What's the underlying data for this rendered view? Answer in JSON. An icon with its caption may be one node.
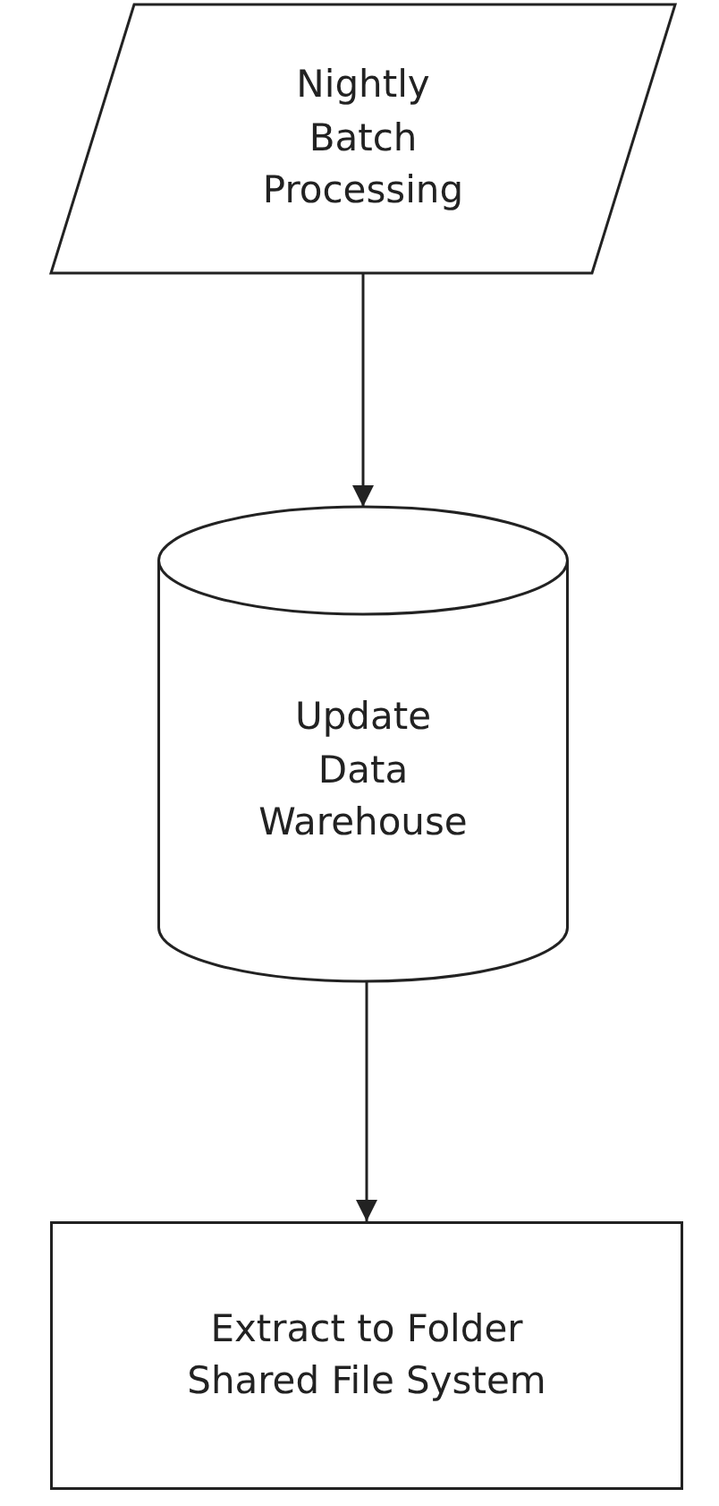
{
  "diagram": {
    "nodes": [
      {
        "text": [
          "Nightly Batch Processing"
        ]
      },
      {
        "text": [
          "Update Data Warehouse"
        ]
      },
      {
        "text": [
          "Extract to Folder Shared File System"
        ]
      }
    ],
    "edges": [
      {
        "from": 0,
        "to": 1,
        "arrow": "to"
      },
      {
        "from": 1,
        "to": 2,
        "arrow": "to"
      }
    ]
  }
}
